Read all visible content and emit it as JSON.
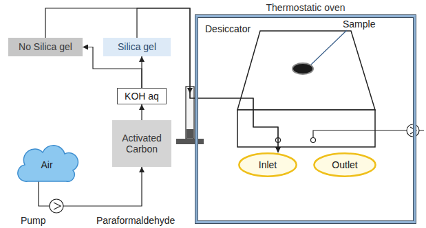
{
  "diagram": {
    "nodes": [
      {
        "text": [
          "No Silica gel"
        ]
      },
      {
        "text": [
          "Silica gel"
        ]
      },
      {
        "text": [
          "KOH aq"
        ]
      },
      {
        "text": [
          "Thermostatic oven"
        ]
      },
      {
        "text": [
          "Inlet"
        ],
        "in": 3
      },
      {
        "text": [
          "Outlet"
        ],
        "in": 3
      },
      {
        "text": [
          "Activated Carbon"
        ]
      },
      {
        "text": [
          "Air"
        ]
      }
    ],
    "edges": [
      {
        "from": 7,
        "to": 6,
        "arrow": "to"
      },
      {
        "from": 6,
        "to": 2,
        "arrow": "to"
      },
      {
        "from": 2,
        "to": 1,
        "arrow": "to"
      },
      {
        "from": 2,
        "to": 0,
        "arrow": "to"
      },
      {
        "from": 1,
        "to": 4,
        "arrow": "to"
      },
      {
        "from": 0,
        "to": 4,
        "arrow": "to"
      }
    ],
    "labels": [
      "Desiccator",
      "Sample",
      "Pump",
      "Paraformaldehyde"
    ]
  }
}
